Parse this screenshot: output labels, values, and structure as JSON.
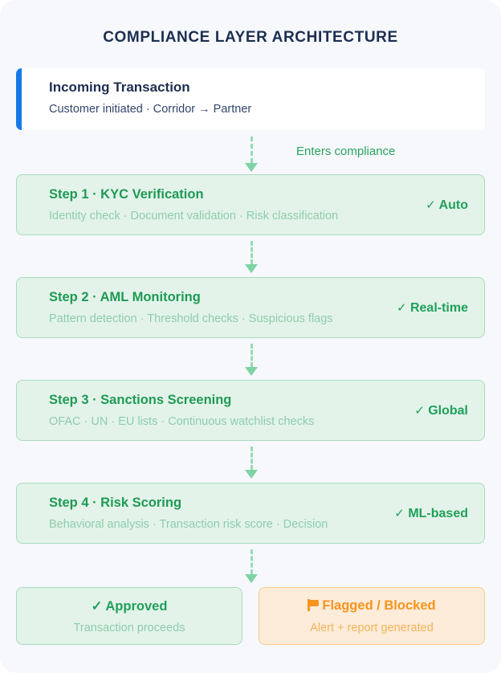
{
  "page": {
    "title": "COMPLIANCE LAYER ARCHITECTURE",
    "background": "#f6f8fb"
  },
  "intake": {
    "title": "Incoming Transaction",
    "subtitle": "Customer initiated · Corridor → Partner",
    "accent_color": "#1779e8"
  },
  "connectors": {
    "entry_label": "Enters compliance",
    "color": "#7fd3a5"
  },
  "steps": [
    {
      "title": "Step 1 · KYC Verification",
      "subtitle": "Identity check · Document validation · Risk classification",
      "badge_check": "✓",
      "badge_label": "Auto"
    },
    {
      "title": "Step 2 · AML Monitoring",
      "subtitle": "Pattern detection · Threshold checks · Suspicious flags",
      "badge_check": "✓",
      "badge_label": "Real-time"
    },
    {
      "title": "Step 3 · Sanctions Screening",
      "subtitle": "OFAC · UN · EU lists · Continuous watchlist checks",
      "badge_check": "✓",
      "badge_label": "Global"
    },
    {
      "title": "Step 4 · Risk Scoring",
      "subtitle": "Behavioral analysis · Transaction risk score · Decision",
      "badge_check": "✓",
      "badge_label": "ML-based"
    }
  ],
  "outcomes": {
    "approved": {
      "check": "✓",
      "title": "Approved",
      "subtitle": "Transaction proceeds",
      "color": "#21a05a"
    },
    "flagged": {
      "icon": "flag-icon",
      "title": "Flagged / Blocked",
      "subtitle": "Alert + report generated",
      "color": "#f7941e"
    }
  }
}
